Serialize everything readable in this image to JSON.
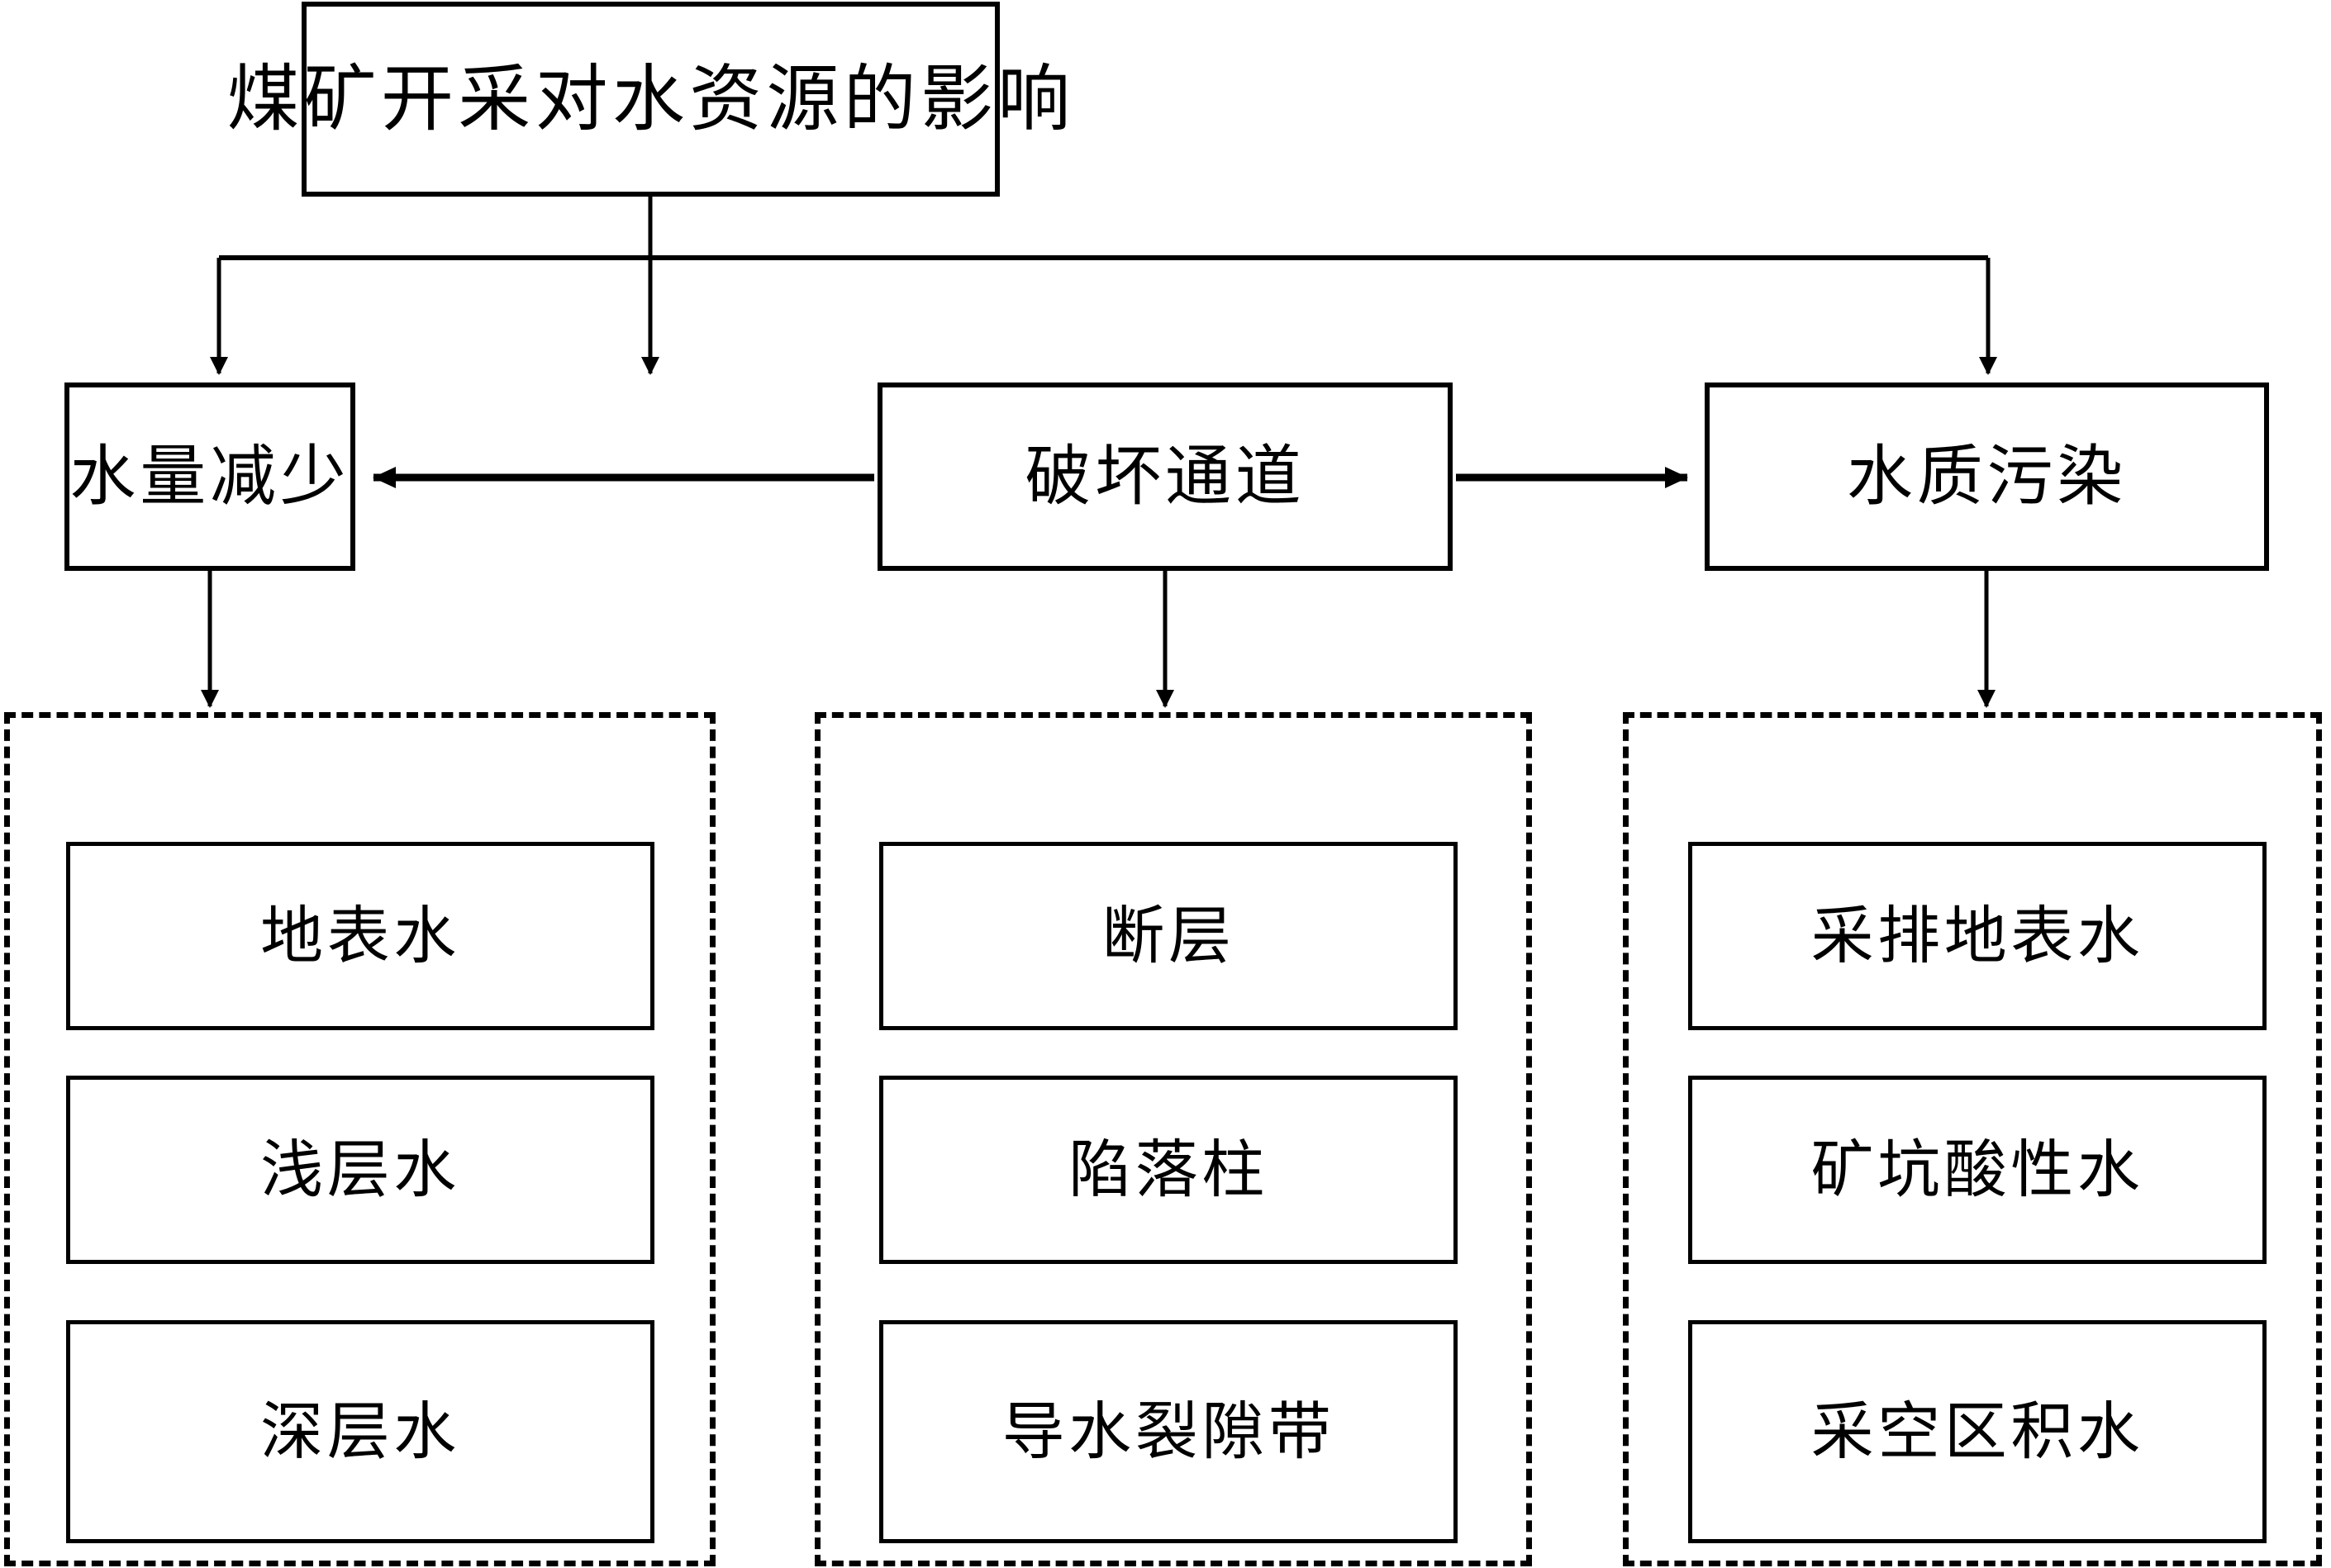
{
  "diagram": {
    "type": "flowchart",
    "title": "煤矿开采对水资源的影响",
    "root": {
      "label": "煤矿开采对水资源的影响"
    },
    "level2": [
      {
        "id": "water-quantity-reduction",
        "label": "水量减少"
      },
      {
        "id": "channel-destruction",
        "label": "破坏通道"
      },
      {
        "id": "water-quality-pollution",
        "label": "水质污染"
      }
    ],
    "groups": [
      {
        "id": "group-water-quantity",
        "parent": "水量减少",
        "items": [
          {
            "label": "地表水"
          },
          {
            "label": "浅层水"
          },
          {
            "label": "深层水"
          }
        ]
      },
      {
        "id": "group-channel",
        "parent": "破坏通道",
        "items": [
          {
            "label": "断层"
          },
          {
            "label": "陷落柱"
          },
          {
            "label": "导水裂隙带"
          }
        ]
      },
      {
        "id": "group-pollution",
        "parent": "水质污染",
        "items": [
          {
            "label": "采排地表水"
          },
          {
            "label": "矿坑酸性水"
          },
          {
            "label": "采空区积水"
          }
        ]
      }
    ],
    "edges": [
      {
        "from": "煤矿开采对水资源的影响",
        "to": "水量减少",
        "style": "elbow-arrow"
      },
      {
        "from": "煤矿开采对水资源的影响",
        "to": "破坏通道",
        "style": "straight-arrow"
      },
      {
        "from": "煤矿开采对水资源的影响",
        "to": "水质污染",
        "style": "elbow-arrow"
      },
      {
        "from": "破坏通道",
        "to": "水量减少",
        "style": "horizontal-arrow-left"
      },
      {
        "from": "破坏通道",
        "to": "水质污染",
        "style": "horizontal-arrow-right"
      },
      {
        "from": "水量减少",
        "to": "group-water-quantity",
        "style": "straight-arrow"
      },
      {
        "from": "破坏通道",
        "to": "group-channel",
        "style": "straight-arrow"
      },
      {
        "from": "水质污染",
        "to": "group-pollution",
        "style": "straight-arrow"
      }
    ],
    "colors": {
      "stroke": "#000000",
      "fill": "#ffffff",
      "text": "#000000"
    }
  }
}
